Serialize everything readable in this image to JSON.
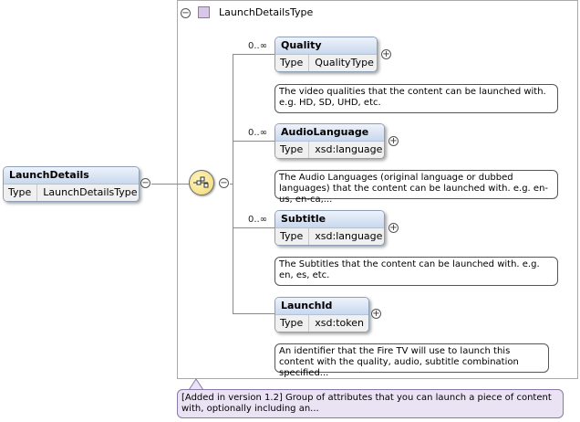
{
  "complex_type": {
    "name": "LaunchDetailsType"
  },
  "root_element": {
    "name": "LaunchDetails",
    "type_label": "Type",
    "type_value": "LaunchDetailsType"
  },
  "elements": [
    {
      "cardinality": "0..∞",
      "name": "Quality",
      "type_label": "Type",
      "type_value": "QualityType",
      "doc": "The video qualities that the content can be launched with. e.g. HD, SD, UHD, etc."
    },
    {
      "cardinality": "0..∞",
      "name": "AudioLanguage",
      "type_label": "Type",
      "type_value": "xsd:language",
      "doc": "The Audio Languages (original language or dubbed languages) that the content can be launched with. e.g. en-us, en-ca,..."
    },
    {
      "cardinality": "0..∞",
      "name": "Subtitle",
      "type_label": "Type",
      "type_value": "xsd:language",
      "doc": "The Subtitles that the content can be launched with. e.g. en, es, etc."
    },
    {
      "cardinality": "",
      "name": "LaunchId",
      "type_label": "Type",
      "type_value": "xsd:token",
      "doc": "An identifier that the Fire TV will use to launch this content with the quality, audio, subtitle combination specified..."
    }
  ],
  "annotation": "[Added in version 1.2] Group of attributes that you can launch a piece of content with, optionally including an...",
  "icons": {
    "collapse": "minus-circle-icon",
    "expand": "plus-circle-icon",
    "type": "complex-type-icon",
    "sequence": "sequence-compositor-icon"
  },
  "colors": {
    "type_icon": "#d8c7ea",
    "element_header": "#c9d8ee",
    "annotation_bg": "#eae3f4",
    "sequence_node": "#f0d770"
  }
}
